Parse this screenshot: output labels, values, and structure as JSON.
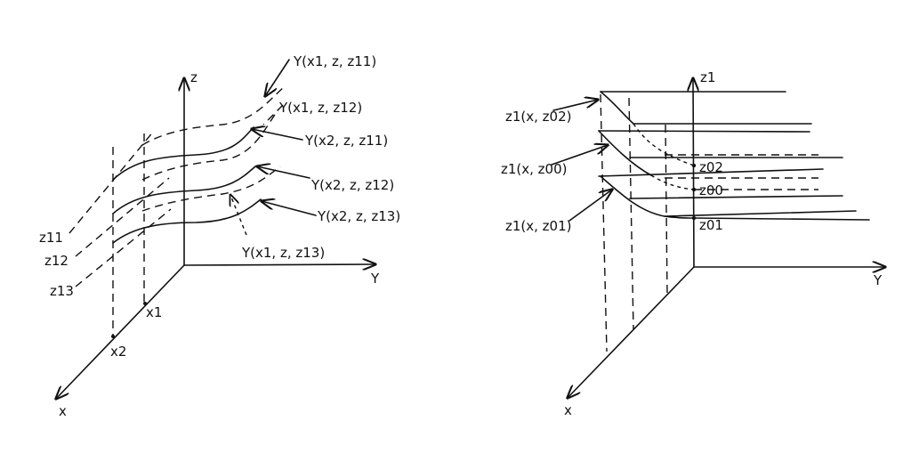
{
  "left_panel": {
    "axes": {
      "z": "z",
      "y": "Y",
      "x": "x"
    },
    "ticks": {
      "x1": "x1",
      "x2": "x2"
    },
    "levels": [
      "z11",
      "z12",
      "z13"
    ],
    "curves": {
      "x1_z11": "Y(x1, z, z11)",
      "x1_z12": "Y(x1, z, z12)",
      "x2_z11": "Y(x2, z, z11)",
      "x2_z12": "Y(x2, z, z12)",
      "x2_z13": "Y(x2, z, z13)",
      "x1_z13": "Y(x1, z, z13)"
    }
  },
  "right_panel": {
    "axes": {
      "z": "z1",
      "y": "Y",
      "x": "x"
    },
    "curves": {
      "z02": "z1(x, z02)",
      "z00": "z1(x, z00)",
      "z01": "z1(x, z01)"
    },
    "points": {
      "z02": "z02",
      "z00": "z00",
      "z01": "z01"
    }
  }
}
